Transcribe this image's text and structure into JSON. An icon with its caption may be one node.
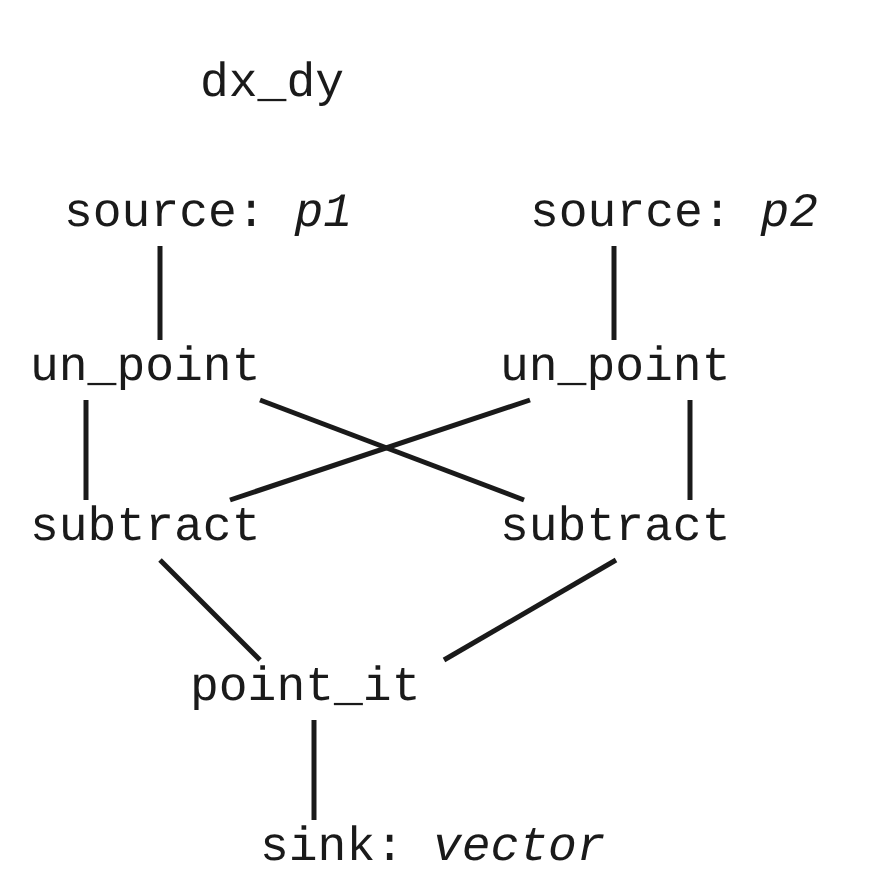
{
  "diagram": {
    "title": "dx_dy",
    "nodes": [
      {
        "text": [
          "source: *p1*"
        ]
      },
      {
        "text": [
          "source: *p2*"
        ]
      },
      {
        "text": [
          "un_point"
        ]
      },
      {
        "text": [
          "un_point"
        ]
      },
      {
        "text": [
          "subtract"
        ]
      },
      {
        "text": [
          "subtract"
        ]
      },
      {
        "text": [
          "point_it"
        ]
      },
      {
        "text": [
          "sink: *vector*"
        ]
      }
    ],
    "edges": [
      {
        "from": 0,
        "to": 2,
        "arrow": "none"
      },
      {
        "from": 1,
        "to": 3,
        "arrow": "none"
      },
      {
        "from": 2,
        "to": 4,
        "arrow": "none"
      },
      {
        "from": 2,
        "to": 5,
        "arrow": "none"
      },
      {
        "from": 3,
        "to": 4,
        "arrow": "none"
      },
      {
        "from": 3,
        "to": 5,
        "arrow": "none"
      },
      {
        "from": 4,
        "to": 6,
        "arrow": "none"
      },
      {
        "from": 5,
        "to": 6,
        "arrow": "none"
      },
      {
        "from": 6,
        "to": 7,
        "arrow": "none"
      }
    ]
  }
}
